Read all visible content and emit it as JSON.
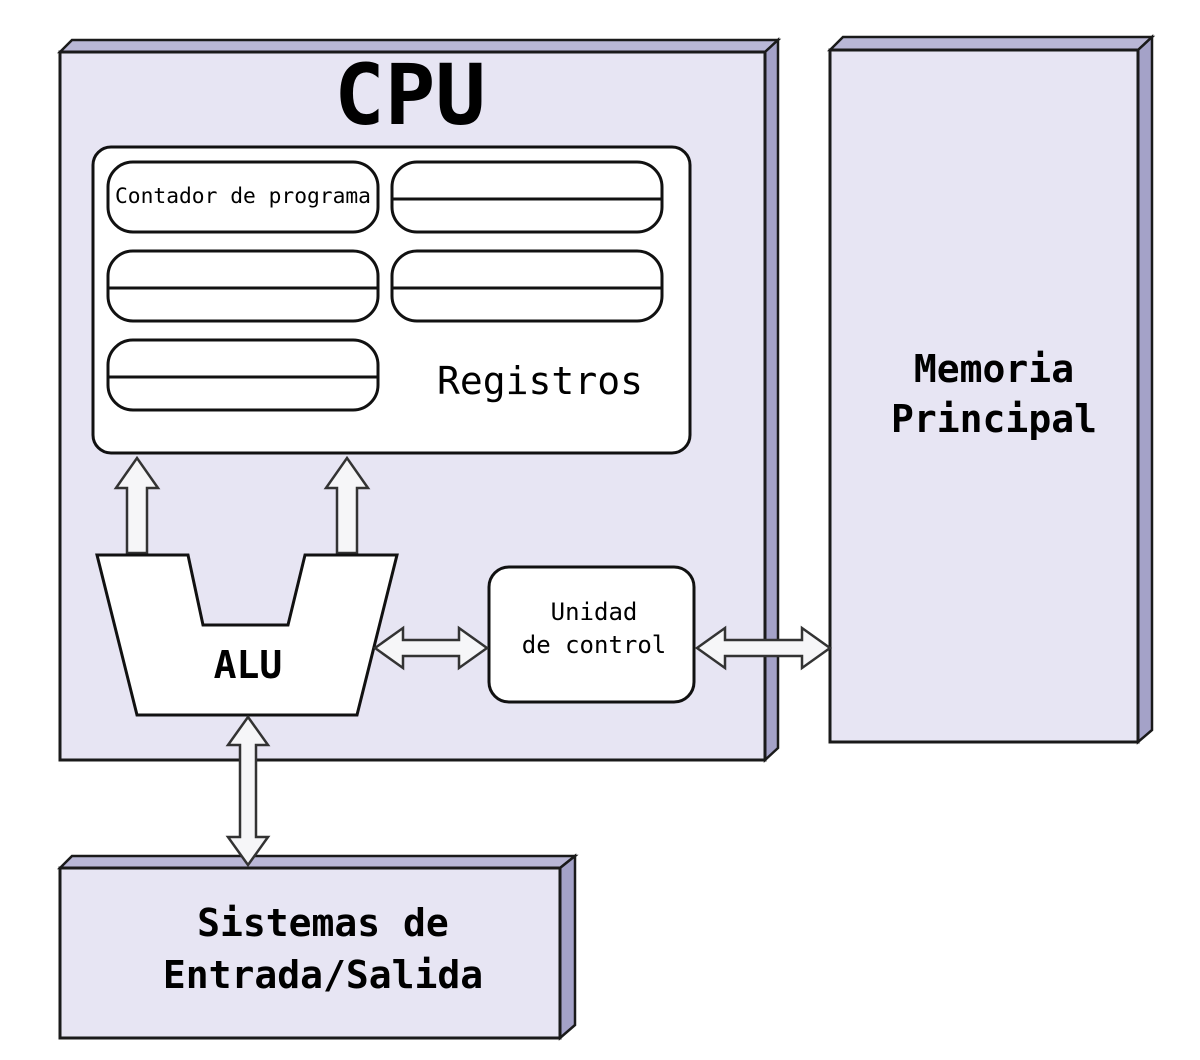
{
  "cpu": {
    "title": "CPU",
    "registers": {
      "label": "Registros",
      "program_counter": "Contador de programa"
    },
    "alu": "ALU",
    "control_unit": {
      "line1": "Unidad",
      "line2": "de control"
    }
  },
  "memory": {
    "line1": "Memoria",
    "line2": "Principal"
  },
  "io": {
    "line1": "Sistemas de",
    "line2": "Entrada/Salida"
  },
  "colors": {
    "box_fill": "#e7e5f3",
    "box_side": "#a4a2c8",
    "box_top": "#b9b7d6"
  }
}
